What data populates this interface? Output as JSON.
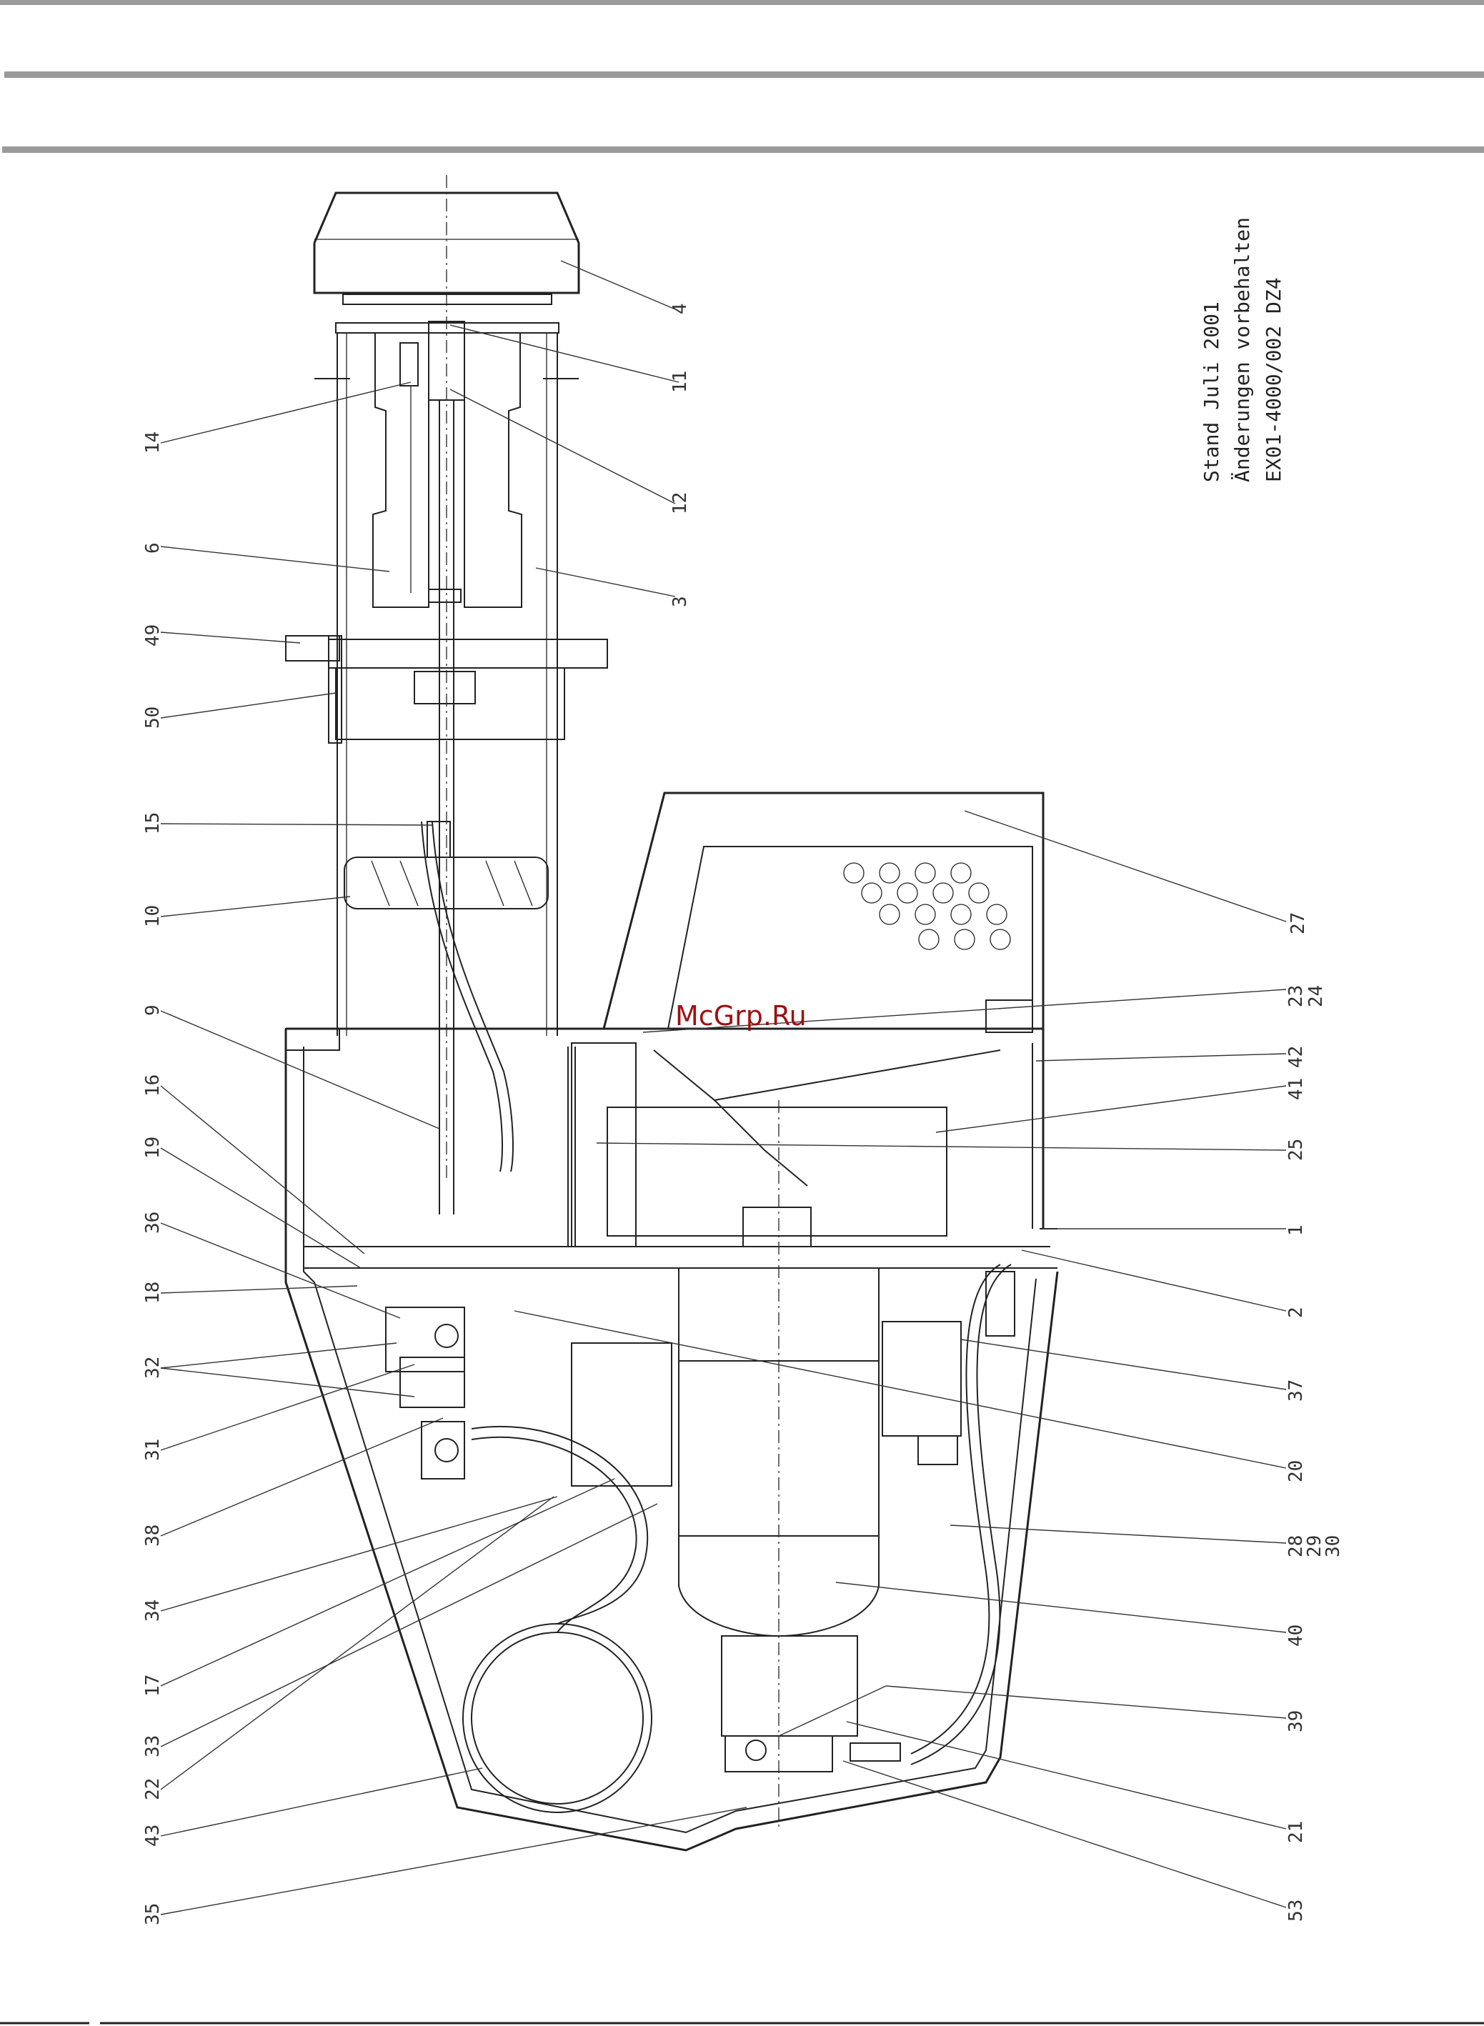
{
  "stamp": {
    "line1": "Stand Juli 2001",
    "line2": "Änderungen vorbehalten",
    "line3": "EX01-4000/002 DZ4"
  },
  "watermark": "McGrp.Ru",
  "callouts": [
    "4",
    "11",
    "12",
    "3",
    "27",
    "23",
    "24",
    "42",
    "41",
    "25",
    "1",
    "2",
    "37",
    "20",
    "28",
    "29",
    "30",
    "40",
    "39",
    "21",
    "53",
    "14",
    "6",
    "49",
    "50",
    "15",
    "10",
    "9",
    "16",
    "19",
    "36",
    "18",
    "32",
    "31",
    "38",
    "34",
    "17",
    "33",
    "22",
    "43",
    "35"
  ]
}
